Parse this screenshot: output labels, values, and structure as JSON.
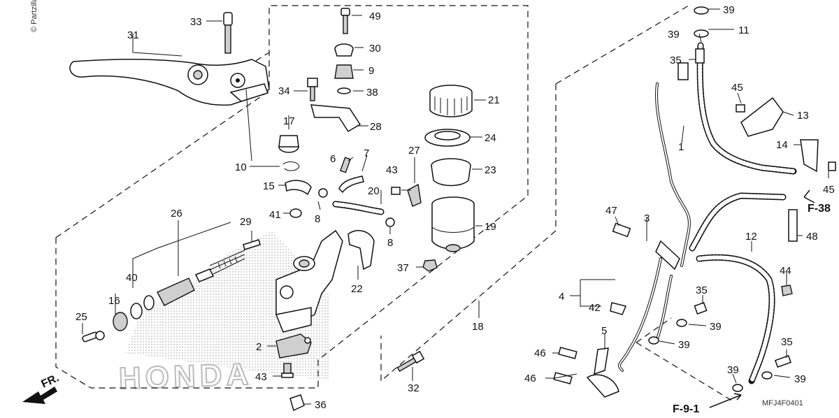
{
  "watermark": "© Partzilla.com",
  "diagram_code": "MFJ4F0401",
  "brand": "HONDA",
  "front_arrow": "FR.",
  "refs": {
    "f38": "F-38",
    "f91": "F-9-1"
  },
  "callouts": {
    "p1": "1",
    "p2": "2",
    "p3": "3",
    "p4": "4",
    "p5": "5",
    "p6": "6",
    "p7": "7",
    "p8a": "8",
    "p8b": "8",
    "p9": "9",
    "p10": "10",
    "p11": "11",
    "p12": "12",
    "p13": "13",
    "p14": "14",
    "p15": "15",
    "p16": "16",
    "p17": "17",
    "p18": "18",
    "p19": "19",
    "p20": "20",
    "p21": "21",
    "p22": "22",
    "p23": "23",
    "p24": "24",
    "p25": "25",
    "p26": "26",
    "p27": "27",
    "p28": "28",
    "p29": "29",
    "p30": "30",
    "p31": "31",
    "p32": "32",
    "p33": "33",
    "p34": "34",
    "p35a": "35",
    "p35b": "35",
    "p35c": "35",
    "p36": "36",
    "p37": "37",
    "p38": "38",
    "p39a": "39",
    "p39b": "39",
    "p39c": "39",
    "p39d": "39",
    "p39e": "39",
    "p39f": "39",
    "p40": "40",
    "p41": "41",
    "p42": "42",
    "p43a": "43",
    "p43b": "43",
    "p44": "44",
    "p45a": "45",
    "p45b": "45",
    "p46a": "46",
    "p46b": "46",
    "p47": "47",
    "p48": "48",
    "p49": "49"
  }
}
